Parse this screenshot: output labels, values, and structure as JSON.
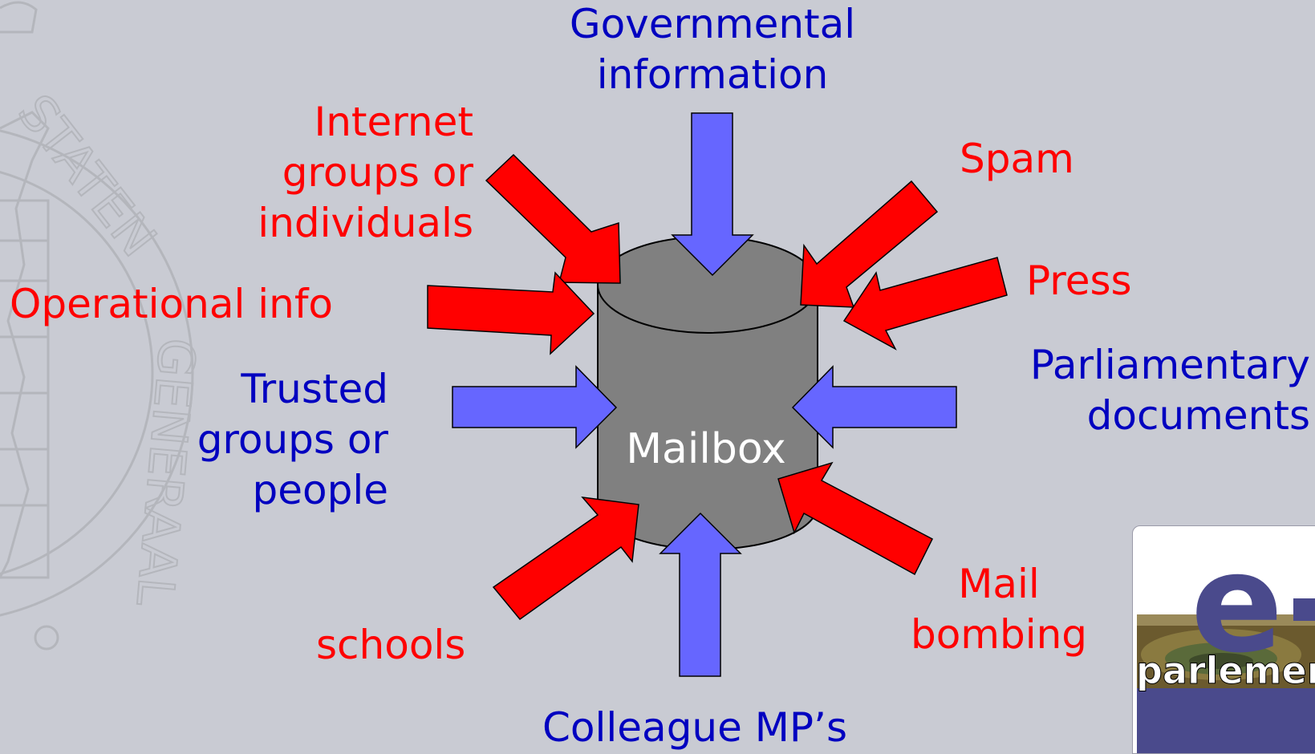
{
  "center_label": "Mailbox",
  "labels": {
    "governmental": "Governmental\ninformation",
    "internet": "Internet\ngroups or\nindividuals",
    "spam": "Spam",
    "press": "Press",
    "operational": "Operational info",
    "trusted": "Trusted\ngroups or\npeople",
    "parliamentary": "Parliamentary\ndocuments",
    "schools": "schools",
    "mail_bombing": "Mail\nbombing",
    "colleague": "Colleague MP’s"
  },
  "logo": {
    "letter": "e",
    "text": "parlement"
  },
  "colors": {
    "background": "#c9cbd3",
    "mailbox": "#808080",
    "arrow_red": "#ff0000",
    "arrow_blue": "#6666ff",
    "label_red": "#ff0000",
    "label_blue": "#0000c0",
    "seal": "#b4b6bc",
    "logo_band": "#4a4a8c"
  }
}
